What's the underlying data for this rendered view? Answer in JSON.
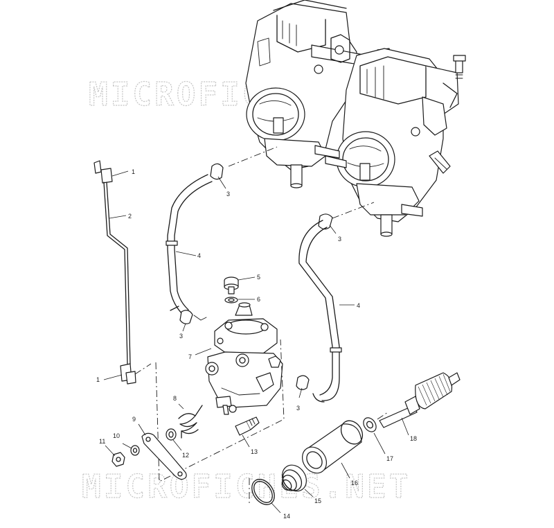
{
  "watermarks": {
    "top": "MICROFICHES.NET",
    "bottom": "MICROFICHES.NET"
  },
  "callouts": [
    {
      "id": "c1a",
      "label": "1"
    },
    {
      "id": "c1b",
      "label": "1"
    },
    {
      "id": "c2",
      "label": "2"
    },
    {
      "id": "c3a",
      "label": "3"
    },
    {
      "id": "c3b",
      "label": "3"
    },
    {
      "id": "c3c",
      "label": "3"
    },
    {
      "id": "c3d",
      "label": "3"
    },
    {
      "id": "c4a",
      "label": "4"
    },
    {
      "id": "c4b",
      "label": "4"
    },
    {
      "id": "c5",
      "label": "5"
    },
    {
      "id": "c6",
      "label": "6"
    },
    {
      "id": "c7",
      "label": "7"
    },
    {
      "id": "c8",
      "label": "8"
    },
    {
      "id": "c9",
      "label": "9"
    },
    {
      "id": "c10",
      "label": "10"
    },
    {
      "id": "c11",
      "label": "11"
    },
    {
      "id": "c12",
      "label": "12"
    },
    {
      "id": "c13",
      "label": "13"
    },
    {
      "id": "c14",
      "label": "14"
    },
    {
      "id": "c15",
      "label": "15"
    },
    {
      "id": "c16",
      "label": "16"
    },
    {
      "id": "c17",
      "label": "17"
    },
    {
      "id": "c18",
      "label": "18"
    }
  ]
}
